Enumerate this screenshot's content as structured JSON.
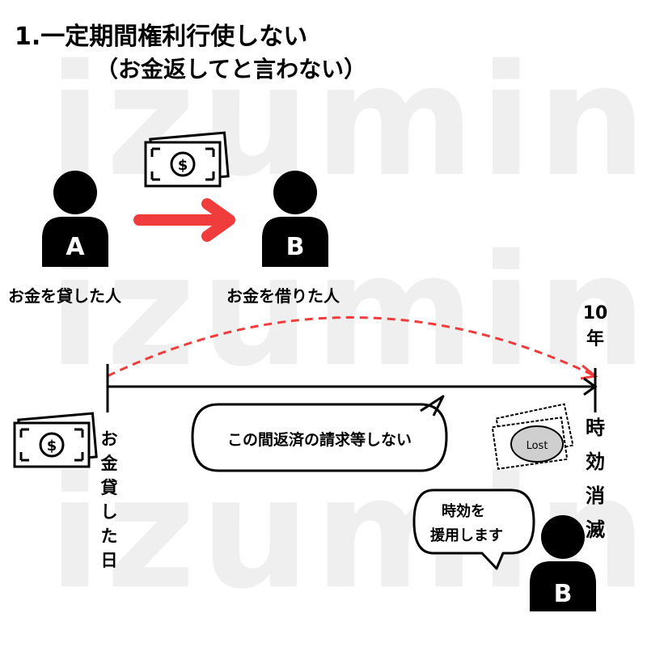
{
  "header": {
    "title": "1.一定期間権利行使しない",
    "subtitle": "（お金返してと言わない）"
  },
  "watermark": {
    "text": "izumin"
  },
  "persons": {
    "a": {
      "letter": "A",
      "caption": "お金を貸した人"
    },
    "b": {
      "letter": "B",
      "caption": "お金を借りた人"
    },
    "b_bottom": {
      "letter": "B"
    }
  },
  "timeline": {
    "start_label": [
      "お",
      "金",
      "貸",
      "し",
      "た",
      "日"
    ],
    "end_top_label": [
      "10",
      "年"
    ],
    "end_label": [
      "時",
      "効",
      "消",
      "滅"
    ]
  },
  "speech": {
    "middle": "この間返済の請求等しない",
    "b_line1": "時効を",
    "b_line2": "援用します"
  },
  "money": {
    "lost_text": "Lost",
    "symbol": "$"
  },
  "colors": {
    "arrow": "#f03c3c",
    "dashed_arc": "#f03c3c",
    "ink": "#000000",
    "watermark": "#efefef"
  }
}
